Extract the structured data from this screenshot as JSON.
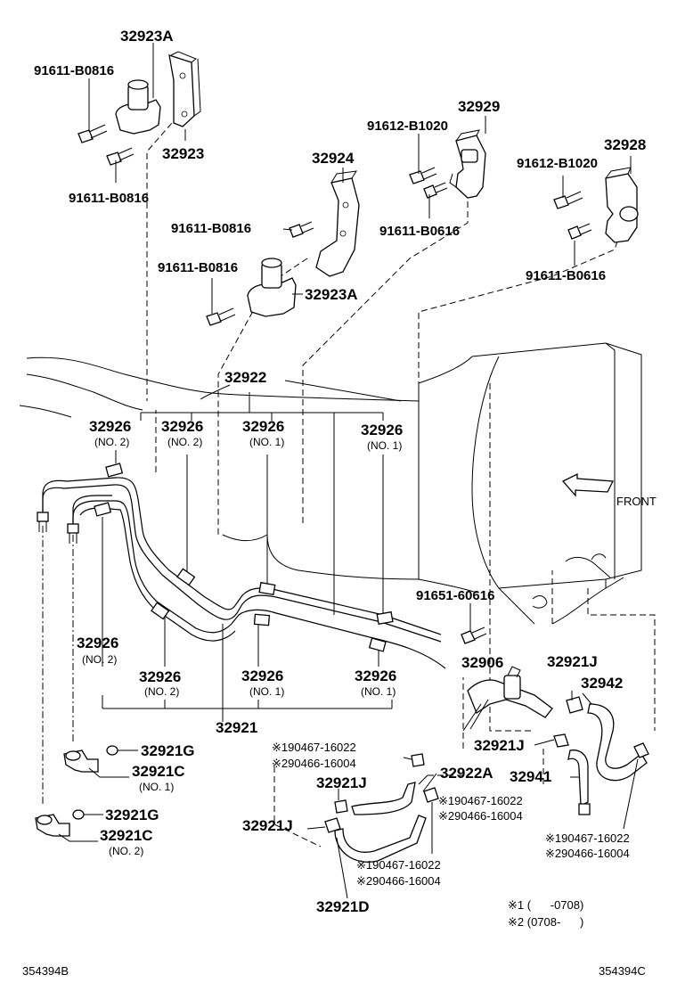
{
  "labels": {
    "p32923A_top": "32923A",
    "p91611_B0816_a": "91611-B0816",
    "p32923": "32923",
    "p91611_B0816_b": "91611-B0816",
    "p32924": "32924",
    "p91611_B0816_c": "91611-B0816",
    "p91611_B0816_d": "91611-B0816",
    "p32923A_mid": "32923A",
    "p32929": "32929",
    "p91612_B1020_a": "91612-B1020",
    "p91611_B0616_a": "91611-B0616",
    "p32928": "32928",
    "p91612_B1020_b": "91612-B1020",
    "p91611_B0616_b": "91611-B0616",
    "p32922": "32922",
    "p32926_a": "32926",
    "p32926_a_sub": "(NO. 2)",
    "p32926_b": "32926",
    "p32926_b_sub": "(NO. 2)",
    "p32926_c": "32926",
    "p32926_c_sub": "(NO. 1)",
    "p32926_d": "32926",
    "p32926_d_sub": "(NO. 1)",
    "p32926_e": "32926",
    "p32926_e_sub": "(NO. 2)",
    "p32926_f": "32926",
    "p32926_f_sub": "(NO. 2)",
    "p32926_g": "32926",
    "p32926_g_sub": "(NO. 1)",
    "p32926_h": "32926",
    "p32926_h_sub": "(NO. 1)",
    "p32921": "32921",
    "front": "FRONT",
    "p91651_60616": "91651-60616",
    "p32906": "32906",
    "p32921J_a": "32921J",
    "p32942": "32942",
    "p32921G_a": "32921G",
    "p32921C_a": "32921C",
    "p32921C_a_sub": "(NO. 1)",
    "p32921G_b": "32921G",
    "p32921C_b": "32921C",
    "p32921C_b_sub": "(NO. 2)",
    "note_190467_a": "※190467-16022",
    "note_290466_a": "※290466-16004",
    "p32921J_b": "32921J",
    "p32922A": "32922A",
    "p32941": "32941",
    "p32921J_c": "32921J",
    "note_190467_b": "※190467-16022",
    "note_290466_b": "※290466-16004",
    "p32921J_d": "32921J",
    "note_190467_c": "※190467-16022",
    "note_290466_c": "※290466-16004",
    "note_190467_d": "※190467-16022",
    "note_290466_d": "※290466-16004",
    "p32921D": "32921D",
    "legend1": "※1 (      -0708)",
    "legend2": "※2 (0708-      )",
    "code_left": "354394B",
    "code_right": "354394C"
  }
}
